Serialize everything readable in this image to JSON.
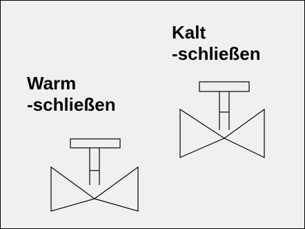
{
  "diagram": {
    "labels": {
      "warm": {
        "line1": "Warm",
        "line2": "-schließen"
      },
      "kalt": {
        "line1": "Kalt",
        "line2": "-schließen"
      }
    },
    "colors": {
      "background": "#f0f0f0",
      "stroke": "#000000",
      "text": "#000000"
    },
    "symbols": [
      "gate-valve-icon",
      "gate-valve-icon"
    ]
  }
}
